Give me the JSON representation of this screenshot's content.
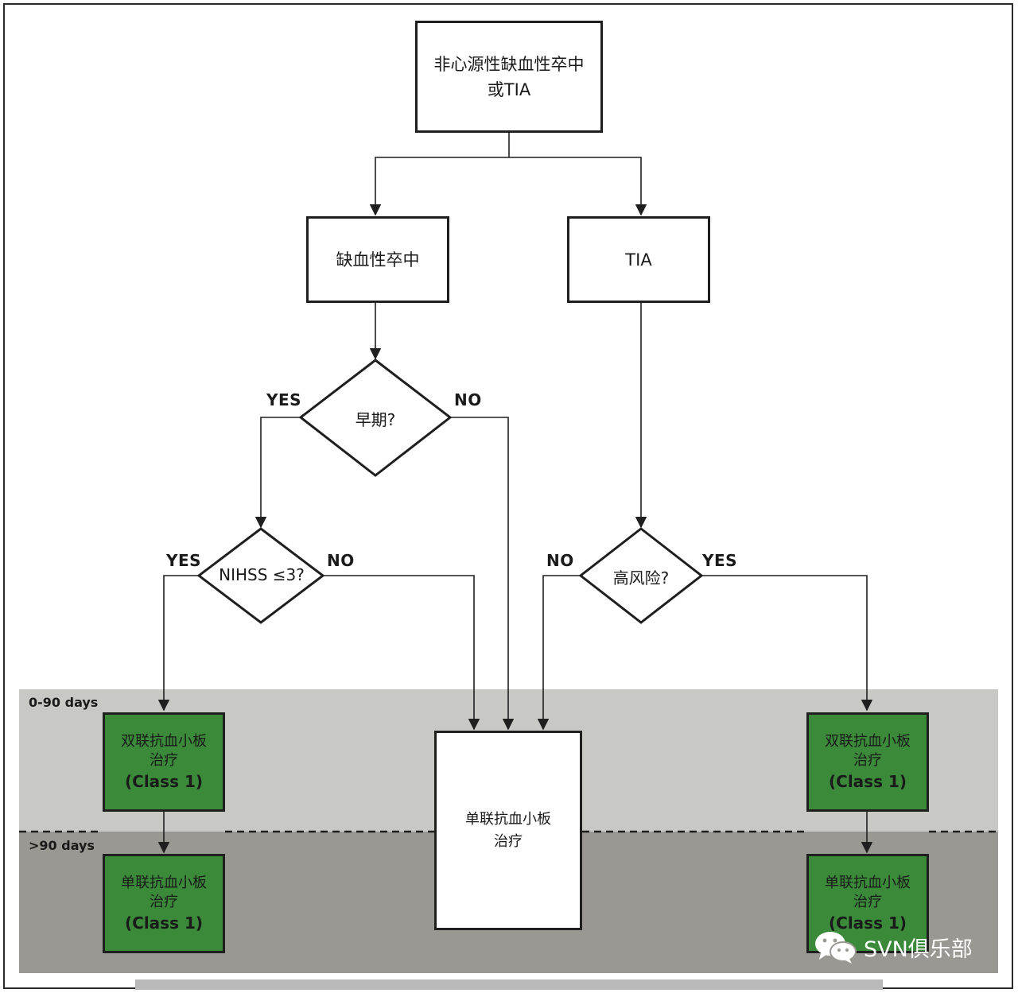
{
  "nodes": {
    "start": "非心源性缺血性卒中\n或TIA",
    "stroke": "缺血性卒中",
    "tia": "TIA",
    "early_q": "早期?",
    "nihss_q": "NIHSS ≤3?",
    "risk_q": "高风险?",
    "dapt_left": {
      "text": "双联抗血小板\n治疗",
      "class": "(Class 1)"
    },
    "sapt_left": {
      "text": "单联抗血小板\n治疗",
      "class": "(Class 1)"
    },
    "sapt_center": "单联抗血小板\n治疗",
    "dapt_right": {
      "text": "双联抗血小板\n治疗",
      "class": "(Class 1)"
    },
    "sapt_right": {
      "text": "单联抗血小板\n治疗",
      "class": "(Class 1)"
    }
  },
  "branch_labels": {
    "early_yes": "YES",
    "early_no": "NO",
    "nihss_yes": "YES",
    "nihss_no": "NO",
    "risk_no": "NO",
    "risk_yes": "YES"
  },
  "periods": {
    "early": "0-90 days",
    "late": ">90 days"
  },
  "watermark": "SVN俱乐部",
  "colors": {
    "green_box": "#3a8a3a",
    "band_early": "#c8c9c4",
    "band_late": "#9a9892",
    "line": "#1f1f1f"
  }
}
